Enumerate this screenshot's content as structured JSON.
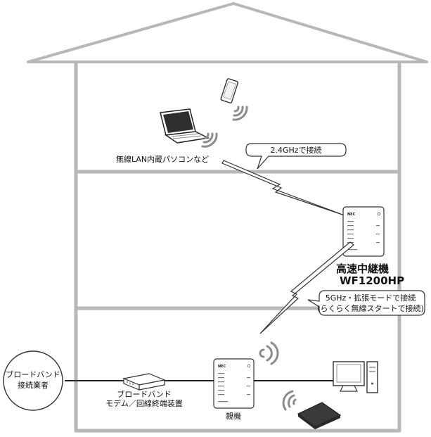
{
  "labels": {
    "pc_caption": "無線LAN内蔵パソコンなど",
    "bubble_24ghz": "2.4GHzで接続",
    "repeater_title": "高速中継機",
    "repeater_model": "WF1200HP",
    "bubble_5ghz_line1": "5GHz・拡張モードで接続",
    "bubble_5ghz_line2": "(らくらく無線スタートで接続)",
    "provider_line1": "ブロードバンド",
    "provider_line2": "接続業者",
    "modem_line1": "ブロードバンド",
    "modem_line2": "モデム／回線終端装置",
    "base_unit": "親機"
  },
  "devices": {
    "router_brand": "NEC"
  },
  "colors": {
    "wall": "#b7b7b7",
    "wave": "#8c8c8c",
    "cable": "#222222",
    "roof_fill": "#ffffff"
  }
}
